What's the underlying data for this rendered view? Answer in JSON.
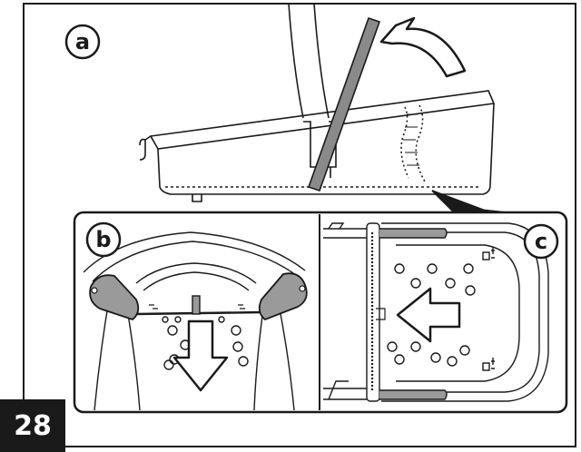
{
  "panels": {
    "a": {
      "label": "a"
    },
    "b": {
      "label": "b"
    },
    "c": {
      "label": "c"
    }
  },
  "step_number": "28",
  "colors": {
    "line": "#1a1a1a",
    "background": "#ffffff",
    "bar_fill": "#8a8a8a",
    "clip_fill": "#9a9a9a",
    "badge_background": "#1a1a1a",
    "badge_text": "#ffffff"
  },
  "icons": {
    "a": "curved-arrow-icon",
    "b": "down-arrow-icon",
    "c": "left-arrow-icon"
  }
}
